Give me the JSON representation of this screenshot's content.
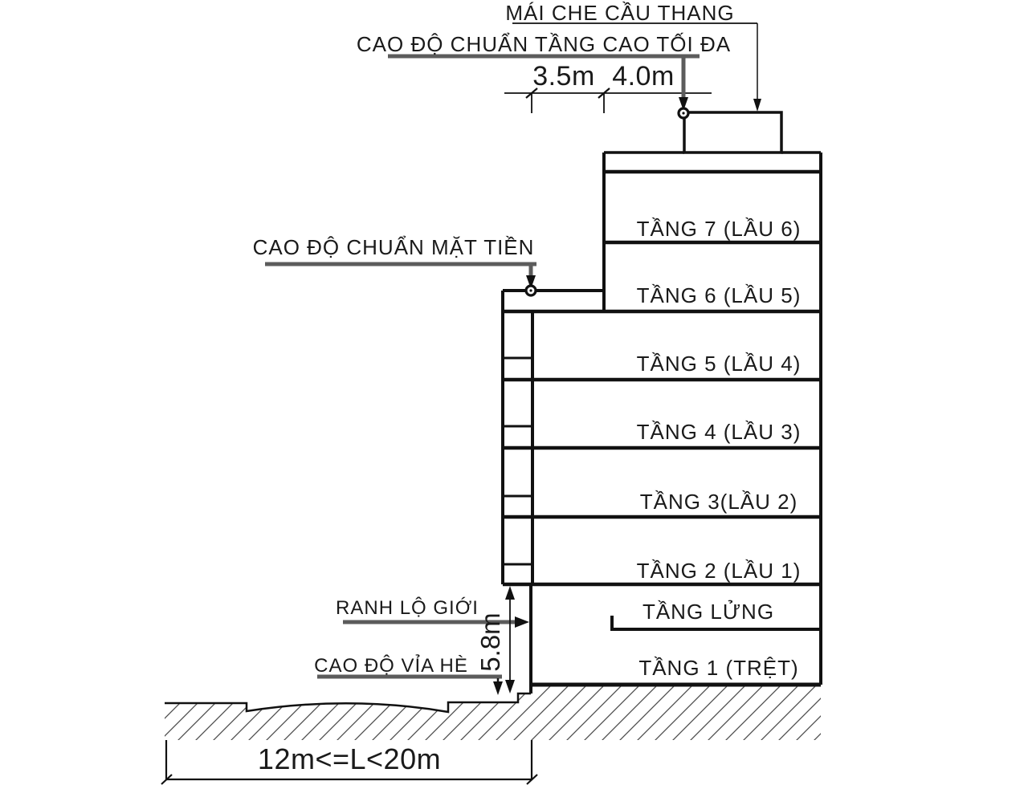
{
  "colors": {
    "line": "#111111",
    "datum_line": "#5c5c5c",
    "text": "#1a1a1a",
    "background": "#ffffff"
  },
  "annotations": {
    "roof_canopy": "MÁI CHE CẦU THANG",
    "max_height_datum": "CAO ĐỘ CHUẨN TẦNG CAO TỐI ĐA",
    "facade_datum": "CAO ĐỘ CHUẨN MẶT TIỀN",
    "road_boundary": "RANH LỘ GIỚI",
    "sidewalk_datum": "CAO ĐỘ VỈA HÈ"
  },
  "dimensions": {
    "upper_floor_height": "3.5m",
    "max_floor_height": "4.0m",
    "ground_mezzanine_height": "5.8m",
    "lot_width_range": "12m<=L<20m"
  },
  "floors": [
    {
      "label": "TẦNG 7 (LẦU 6)"
    },
    {
      "label": "TẦNG 6 (LẦU 5)"
    },
    {
      "label": "TẦNG 5 (LẦU 4)"
    },
    {
      "label": "TẦNG 4 (LẦU 3)"
    },
    {
      "label": "TẦNG 3(LẦU 2)"
    },
    {
      "label": "TẦNG 2 (LẦU 1)"
    },
    {
      "label": "TẦNG LỬNG"
    },
    {
      "label": "TẦNG 1 (TRỆT)"
    }
  ]
}
